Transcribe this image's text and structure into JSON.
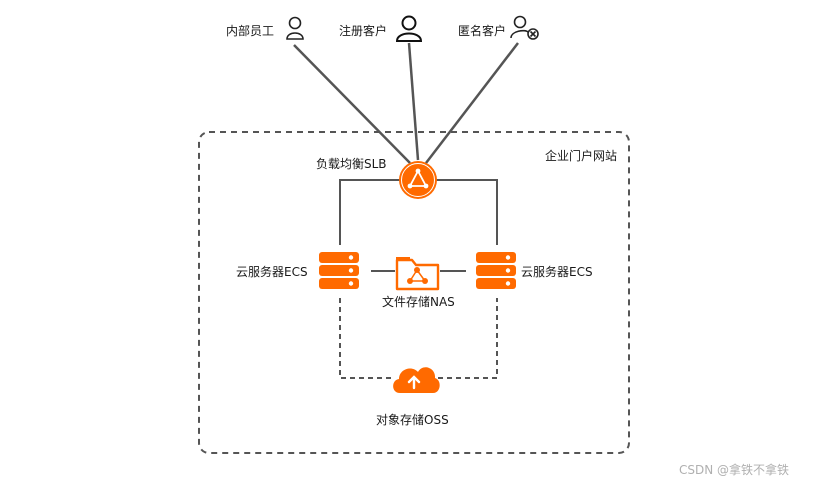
{
  "users": {
    "internal": "内部员工",
    "registered": "注册客户",
    "anonymous": "匿名客户"
  },
  "region_label": "企业门户网站",
  "slb_label": "负载均衡SLB",
  "ecs_left_label": "云服务器ECS",
  "ecs_right_label": "云服务器ECS",
  "nas_label": "文件存储NAS",
  "oss_label": "对象存储OSS",
  "watermark": "CSDN @拿铁不拿铁",
  "colors": {
    "accent": "#ff6a00",
    "line": "#555555",
    "icon_stroke": "#222222"
  },
  "icons": {
    "internal": "user-outline-icon",
    "registered": "user-filled-outline-icon",
    "anonymous": "user-blocked-icon",
    "slb": "load-balancer-icon",
    "ecs": "server-stack-icon",
    "nas": "folder-share-icon",
    "oss": "cloud-upload-icon"
  }
}
